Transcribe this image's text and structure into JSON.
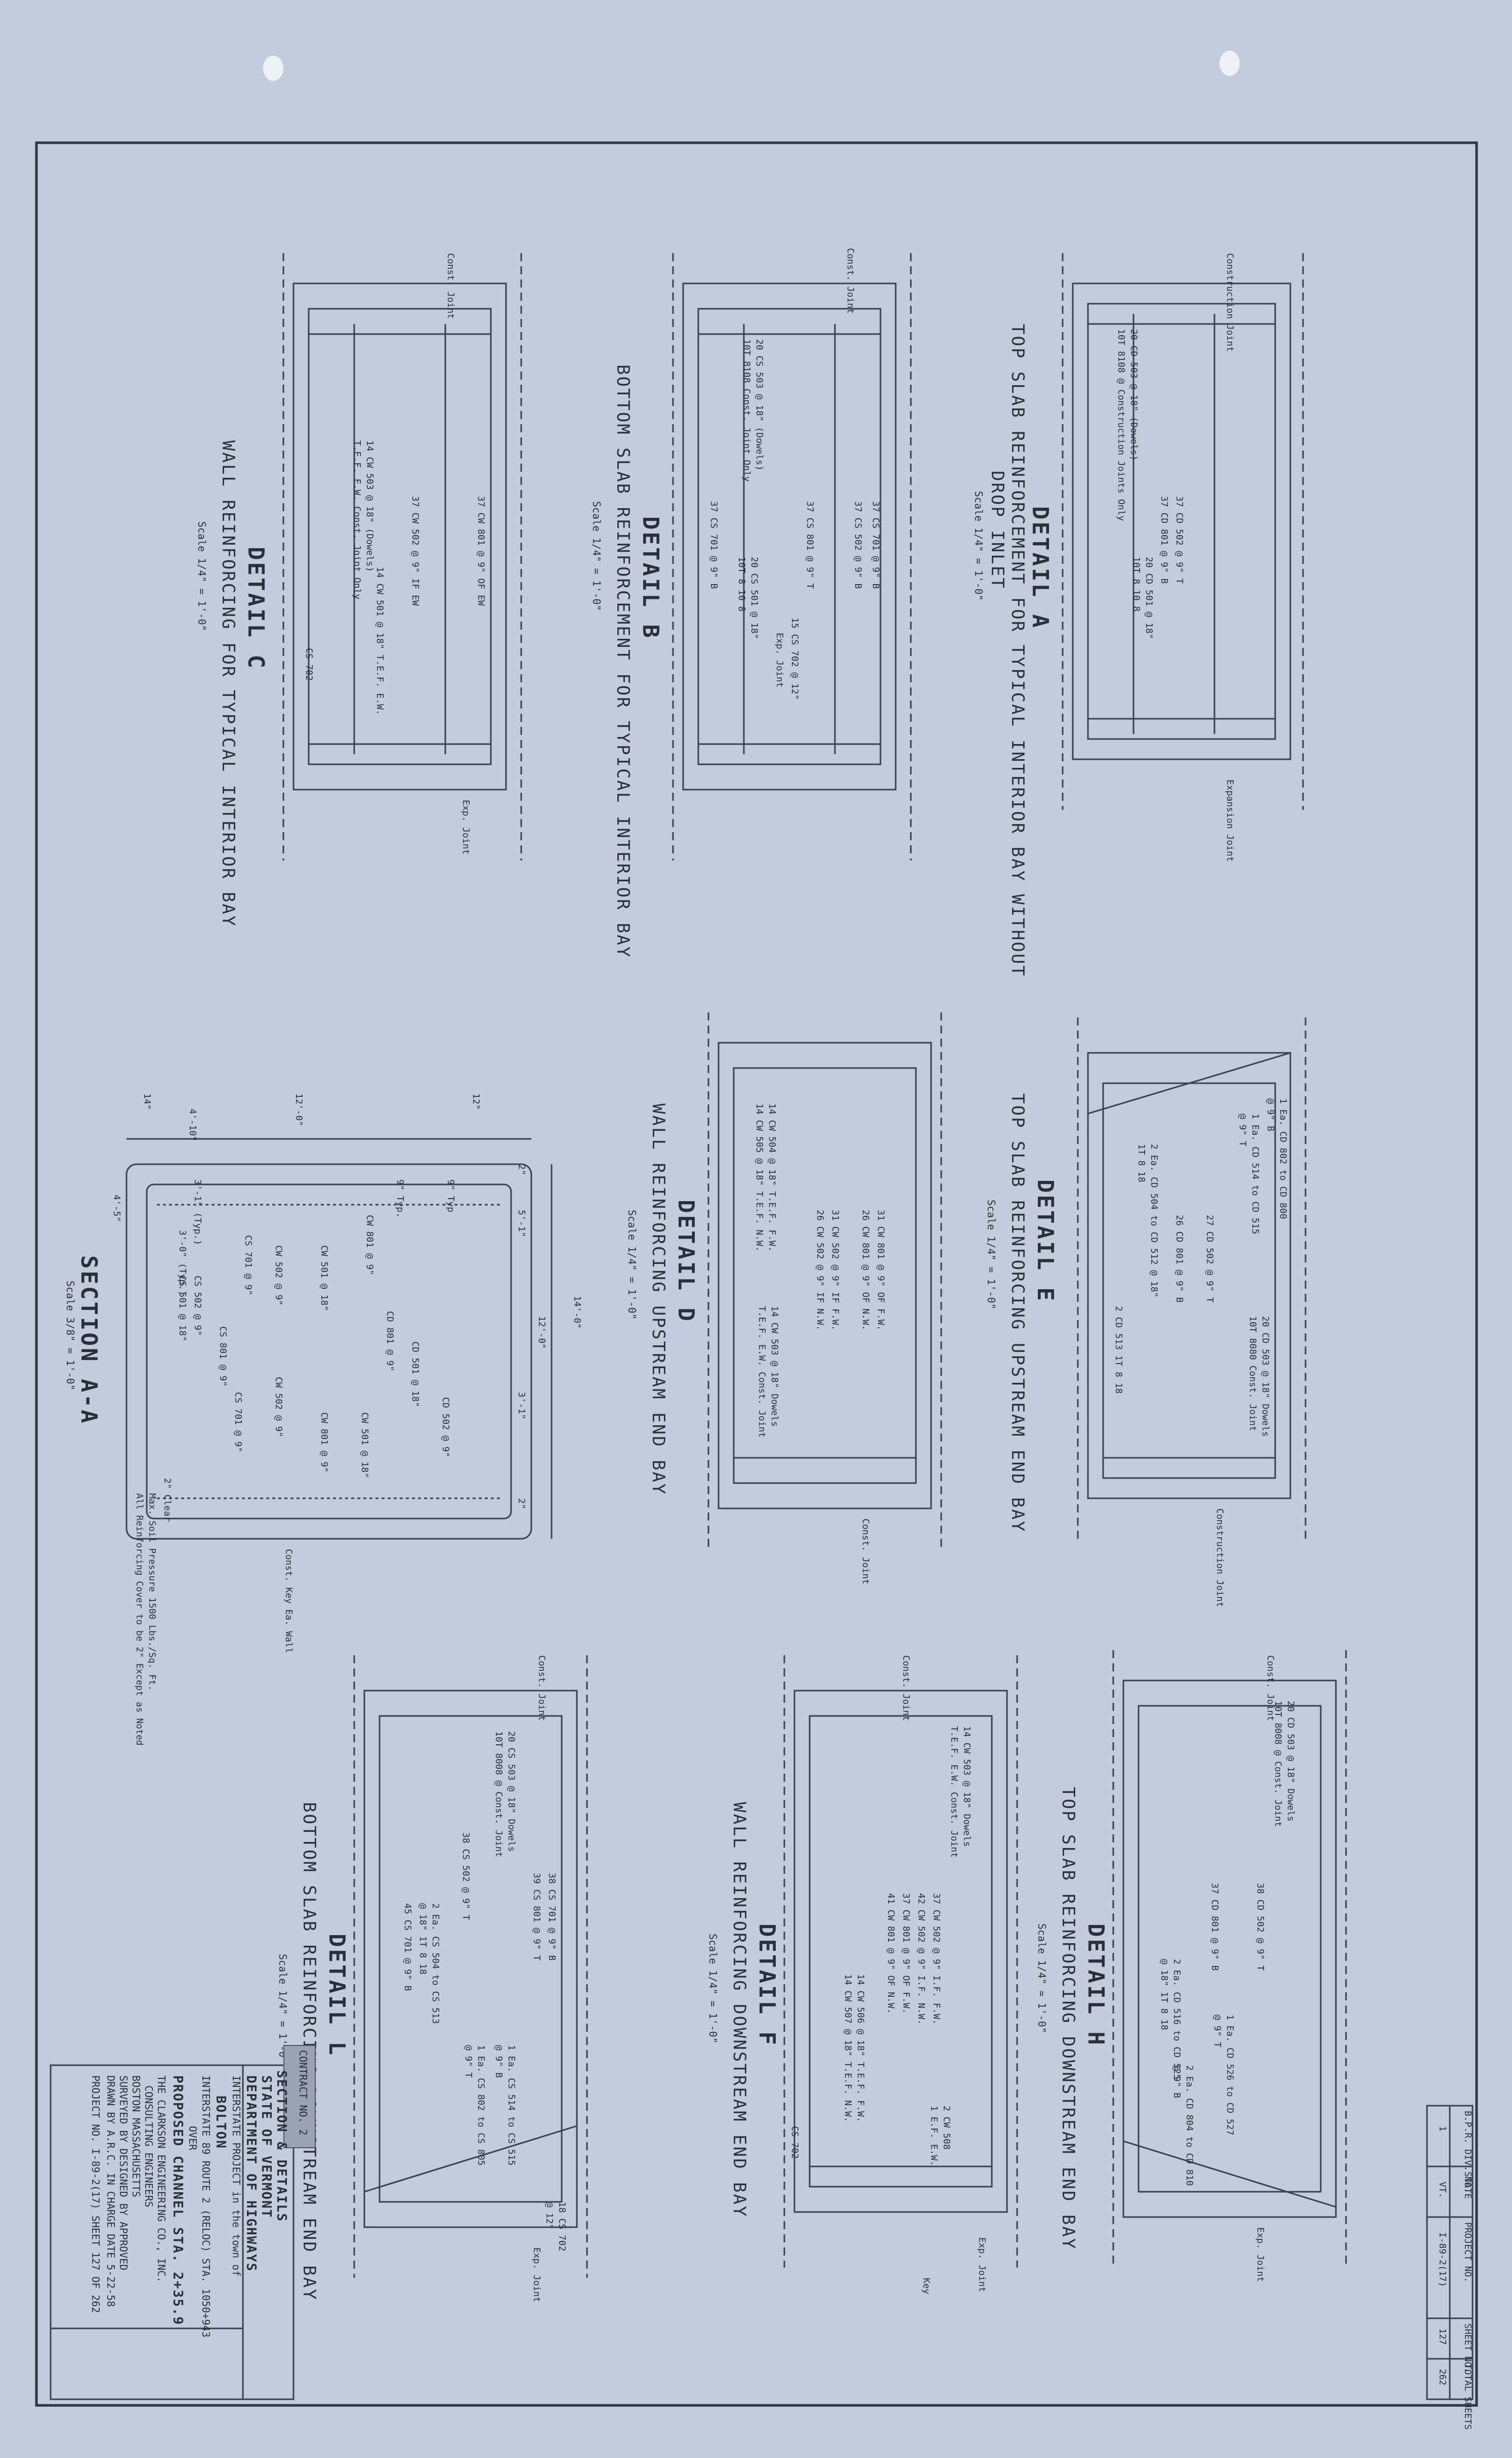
{
  "drawing": {
    "details": [
      {
        "id": "A",
        "title": "DETAIL  A",
        "subtitle": "TOP SLAB REINFORCEMENT FOR TYPICAL INTERIOR BAY WITHOUT",
        "subtitle2": "DROP INLET",
        "scale": "Scale 1/4\" = 1'-0\"",
        "notes": [
          "Construction Joint",
          "20 CD 503 @ 18\" (Dowels)",
          "10T 8108 @ Construction Joints Only",
          "37 CD 502 @ 9\" T",
          "37 CD 801 @ 9\" B",
          "20 CD 501 @ 18\"",
          "10T 8 10 8",
          "Expansion Joint"
        ]
      },
      {
        "id": "B",
        "title": "DETAIL  B",
        "subtitle": "BOTTOM SLAB REINFORCEMENT FOR TYPICAL INTERIOR BAY",
        "scale": "Scale 1/4\" = 1'-0\"",
        "notes": [
          "Const. Joint",
          "20 CS 503 @ 18\" (Dowels)",
          "10T 8108 Const. Joint Only",
          "37 CS 701 @ 9\" B",
          "37 CS 502 @ 9\" B",
          "37 CS 801 @ 9\" T",
          "20 CS 501 @ 18\"",
          "10T 8 10 8",
          "15 CS 702 @ 12\"",
          "Exp. Joint",
          "37 CS 701 @ 9\" B"
        ]
      },
      {
        "id": "C",
        "title": "DETAIL  C",
        "subtitle": "WALL REINFORCING FOR TYPICAL INTERIOR BAY",
        "scale": "Scale 1/4\" = 1'-0\"",
        "notes": [
          "Const. Joint",
          "14 CW 503 @ 18\" (Dowels)",
          "T.E.F. E.W. Const. Joint Only",
          "37 CW 801 @ 9\" OF  EW",
          "37 CW 502 @ 9\" IF  EW",
          "14 CW 501 @ 18\" T.E.F. E.W.",
          "CS 702",
          "Exp. Joint"
        ]
      },
      {
        "id": "D",
        "title": "DETAIL  D",
        "subtitle": "WALL REINFORCING UPSTREAM END BAY",
        "scale": "Scale 1/4\" = 1'-0\"",
        "notes": [
          "31 CW 801 @ 9\" OF  F.W.",
          "26 CW 801 @ 9\" OF  N.W.",
          "31 CW 502 @ 9\" IF  F.W.",
          "26 CW 502 @ 9\" IF  N.W.",
          "14 CW 504 @ 18\" T.E.F. F.W.",
          "14 CW 505 @ 18\" T.E.F. N.W.",
          "14 CW 503 @ 18\" Dowels",
          "T.E.F. E.W. Const. Joint",
          "Const. Joint"
        ]
      },
      {
        "id": "E",
        "title": "DETAIL  E",
        "subtitle": "TOP SLAB REINFORCING UPSTREAM END BAY",
        "scale": "Scale 1/4\" = 1'-0\"",
        "notes": [
          "1 Ea. CD 802 to CD 800",
          "@ 9\" B",
          "1 Ea. CD 514 to CD 515",
          "@ 9\" T",
          "27 CD 502 @ 9\" T",
          "26 CD 801 @ 9\" B",
          "2 Ea. CD 504 to CD 512 @ 18\"",
          "1T 8 18",
          "20 CD 503 @ 18\" Dowels",
          "10T 8080 Const. Joint",
          "2 CD 513  1T 8 18",
          "Construction Joint"
        ]
      },
      {
        "id": "F",
        "title": "DETAIL  F",
        "subtitle": "WALL REINFORCING DOWNSTREAM END BAY",
        "scale": "Scale 1/4\" = 1'-0\"",
        "notes": [
          "Const. Joint",
          "14 CW 503 @ 18\" Dowels",
          "T.E.F. E.W. Const. Joint",
          "37 CW 502 @ 9\" I.F. F.W.",
          "42 CW 502 @ 9\" I.F. N.W.",
          "37 CW 801 @ 9\" OF  F.W.",
          "41 CW 801 @ 9\" OF  N.W.",
          "14 CW 506 @ 18\" T.E.F. F.W.",
          "14 CW 507 @ 18\" T.E.F. N.W.",
          "2 CW 508",
          "1 E.F. E.W.",
          "CS 702",
          "Exp. Joint",
          "Key"
        ]
      },
      {
        "id": "H",
        "title": "DETAIL  H",
        "subtitle": "TOP SLAB REINFORCING DOWNSTREAM END BAY",
        "scale": "Scale 1/4\" = 1'-0\"",
        "notes": [
          "Const. Joint",
          "20 CD 503 @ 18\" Dowels",
          "10T 8008 @ Const. Joint",
          "38 CD 502 @ 9\" T",
          "37 CD 801 @ 9\" B",
          "2 Ea. CD 516 to CD 525",
          "@ 18\" 1T 8 18",
          "1 Ea. CD 526 to CD 527",
          "@ 9\" T",
          "2 Ea. CD 804 to CD 810",
          "@ 9\" B",
          "Exp. Joint"
        ]
      },
      {
        "id": "L",
        "title": "DETAIL  L",
        "subtitle": "BOTTOM SLAB REINFORCING DOWNSTREAM END BAY",
        "scale": "Scale 1/4\" = 1'-0\"",
        "notes": [
          "Const. Joint",
          "20 CS 503 @ 18\" Dowels",
          "10T 8008 @ Const. Joint",
          "38 CS 502 @ 9\" T",
          "39 CS 801 @ 9\" T",
          "38 CS 701 @ 9\" B",
          "2 Ea. CS 504 to CS 513",
          "@ 18\" 1T 8 18",
          "45 CS 701 @ 9\" B",
          "1 Ea. CS 514 to CS 515",
          "@ 9\" B",
          "1 Ea. CS 802 to CS 805",
          "@ 9\" T",
          "18 CS 702",
          "@ 12\"",
          "Exp. Joint"
        ]
      }
    ],
    "section": {
      "title": "SECTION  A-A",
      "scale": "Scale 3/8\" = 1'-0\"",
      "dims": [
        "14\"",
        "4'-10\"",
        "12'-0\"",
        "12\"",
        "2\"",
        "5'-1\"",
        "14'-0\"",
        "12'-0\"",
        "3'-1\"",
        "2\"",
        "4'-5\""
      ],
      "notes": [
        "3'-1\" (Typ.)",
        "3'-0\" (Typ.)",
        "CS 701 @ 9\"",
        "CW 502 @ 9\"",
        "CW 501 @ 18\"",
        "CW 801 @ 9\"",
        "9\" Typ.",
        "9\" Typ",
        "CD 801 @ 9\"",
        "CD 501 @ 18\"",
        "CD 502 @ 9\"",
        "CW 502 @ 9\"",
        "CW 801 @ 9\"",
        "CW 501 @ 18\"",
        "CS 502 @ 9\"",
        "CS 501 @ 18\"",
        "CS 801 @ 9\"",
        "CS 701 @ 9\"",
        "2\" Clear",
        "Const. Key Ea. Wall"
      ],
      "general_notes": [
        "Max. Soil Pressure 1500 Lbs./Sq. Ft.",
        "All Reinforcing Cover to be 2\" Except as Noted"
      ]
    }
  },
  "title_block": {
    "contract": "CONTRACT NO. 2",
    "l1": "SECTION & DETAILS",
    "l2": "STATE OF VERMONT",
    "l3": "DEPARTMENT OF HIGHWAYS",
    "l4": "INTERSTATE PROJECT in the town of",
    "l5": "BOLTON",
    "l6": "INTERSTATE 89 ROUTE 2 (RELOC) STA. 1050+943",
    "l7": "OVER",
    "l8": "PROPOSED CHANNEL   STA.  2+35.9",
    "l9": "THE CLARKSON ENGINEERING CO., INC.",
    "l10": "CONSULTING     ENGINEERS",
    "l11": "BOSTON                 MASSACHUSETTS",
    "l12": "SURVEYED BY    DESIGNED BY    APPROVED",
    "l13": "DRAWN BY  A.R.C.    IN CHARGE   DATE  5-22-58",
    "l14": "PROJECT NO.  I-89-2(17)   SHEET 127 OF  262"
  },
  "corner_block": {
    "headers": [
      "B.P.R. DIV. NO.",
      "STATE",
      "PROJECT NO.",
      "SHEET NO.",
      "TOTAL SHEETS"
    ],
    "values": [
      "1",
      "VT.",
      "I-89-2(17)",
      "127",
      "262"
    ]
  }
}
